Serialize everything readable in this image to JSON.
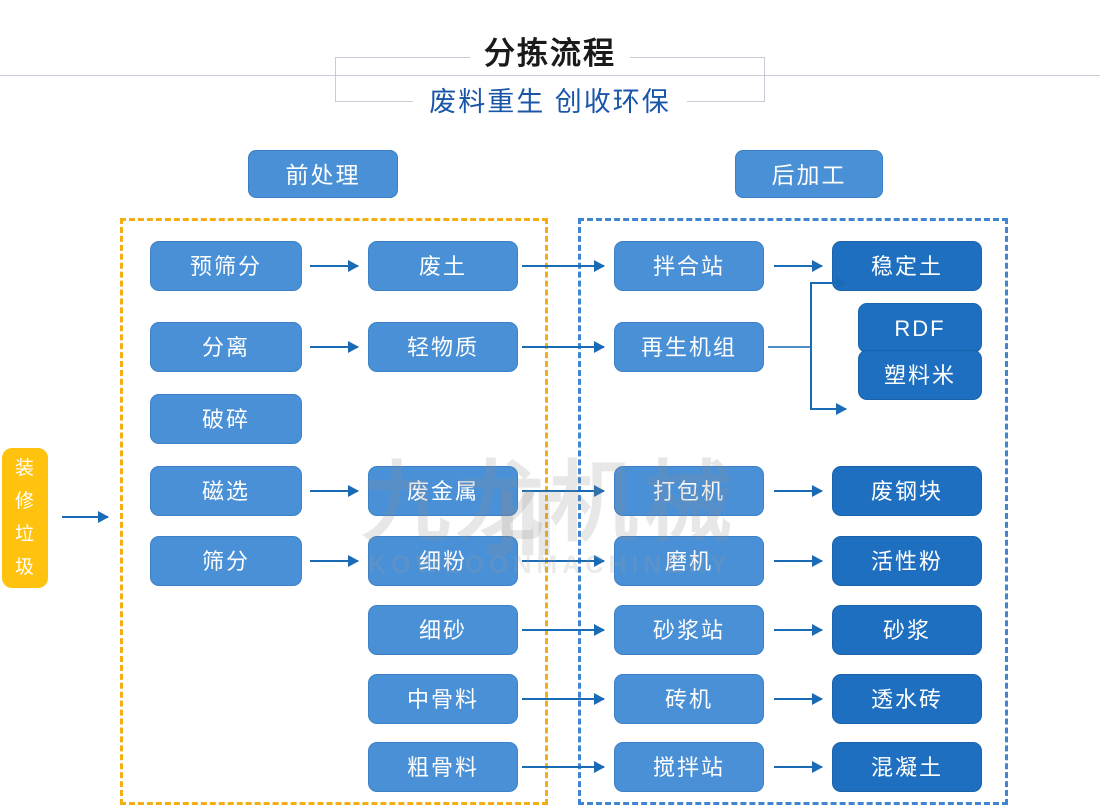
{
  "header": {
    "title": "分拣流程",
    "subtitle": "废料重生 创收环保"
  },
  "sections": [
    {
      "id": "pre",
      "label": "前处理",
      "border_color": "#f5ad14"
    },
    {
      "id": "post",
      "label": "后加工",
      "border_color": "#3f85cf"
    }
  ],
  "input": {
    "label": "装修垃圾",
    "chars": [
      "装",
      "修",
      "垃",
      "圾"
    ],
    "color": "#ffc20e"
  },
  "colors": {
    "process": "#4a90d6",
    "product": "#1e6fc0",
    "arrow": "#1a6bb5",
    "zone_pre": "#f5ad14",
    "zone_post": "#3f85cf",
    "title_sub": "#1a56a8"
  },
  "nodes": {
    "pre_process": [
      {
        "label": "预筛分"
      },
      {
        "label": "分离"
      },
      {
        "label": "破碎"
      },
      {
        "label": "磁选"
      },
      {
        "label": "筛分"
      }
    ],
    "materials": [
      {
        "label": "废土"
      },
      {
        "label": "轻物质"
      },
      {
        "label": "废金属"
      },
      {
        "label": "细粉"
      },
      {
        "label": "细砂"
      },
      {
        "label": "中骨料"
      },
      {
        "label": "粗骨料"
      }
    ],
    "equipment": [
      {
        "label": "拌合站"
      },
      {
        "label": "再生机组"
      },
      {
        "label": "打包机"
      },
      {
        "label": "磨机"
      },
      {
        "label": "砂浆站"
      },
      {
        "label": "砖机"
      },
      {
        "label": "搅拌站"
      }
    ],
    "products": [
      {
        "label": "稳定土"
      },
      {
        "label": "RDF"
      },
      {
        "label": "塑料米"
      },
      {
        "label": "废钢块"
      },
      {
        "label": "活性粉"
      },
      {
        "label": "砂浆"
      },
      {
        "label": "透水砖"
      },
      {
        "label": "混凝土"
      }
    ]
  },
  "watermark": {
    "cn": "九龙机械",
    "en": "KOWLOONMACHINERY"
  }
}
